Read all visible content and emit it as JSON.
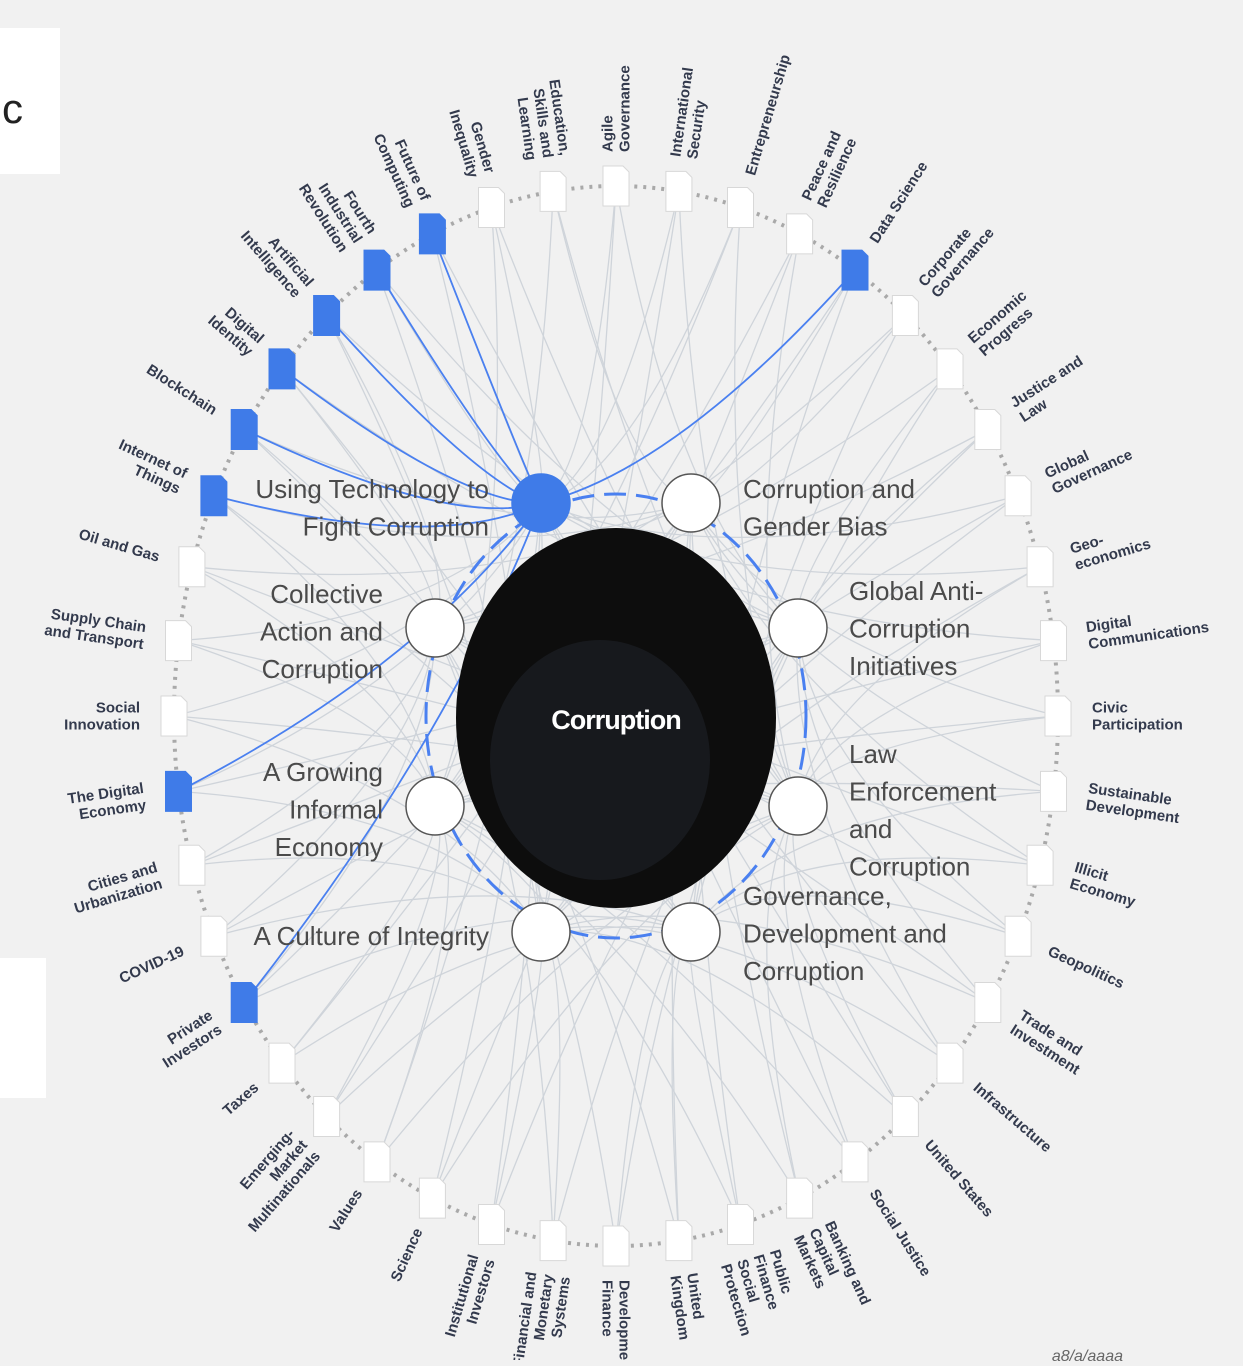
{
  "center": {
    "label": "Corruption"
  },
  "themes": [
    {
      "lines": [
        "Using Technology to",
        "Fight Corruption"
      ],
      "active": true
    },
    {
      "lines": [
        "Corruption and",
        "Gender Bias"
      ],
      "active": false
    },
    {
      "lines": [
        "Global Anti-",
        "Corruption",
        "Initiatives"
      ],
      "active": false
    },
    {
      "lines": [
        "Law",
        "Enforcement",
        "and",
        "Corruption"
      ],
      "active": false
    },
    {
      "lines": [
        "Governance,",
        "Development and",
        "Corruption"
      ],
      "active": false
    },
    {
      "lines": [
        "A Culture of Integrity"
      ],
      "active": false
    },
    {
      "lines": [
        "A Growing",
        "Informal",
        "Economy"
      ],
      "active": false
    },
    {
      "lines": [
        "Collective",
        "Action and",
        "Corruption"
      ],
      "active": false
    }
  ],
  "topics": [
    {
      "lines": [
        "Agile",
        "Governance"
      ],
      "active": false
    },
    {
      "lines": [
        "International",
        "Security"
      ],
      "active": false
    },
    {
      "lines": [
        "Entrepreneurship"
      ],
      "active": false
    },
    {
      "lines": [
        "Peace and",
        "Resilience"
      ],
      "active": false
    },
    {
      "lines": [
        "Data Science"
      ],
      "active": true
    },
    {
      "lines": [
        "Corporate",
        "Governance"
      ],
      "active": false
    },
    {
      "lines": [
        "Economic",
        "Progress"
      ],
      "active": false
    },
    {
      "lines": [
        "Justice and",
        "Law"
      ],
      "active": false
    },
    {
      "lines": [
        "Global",
        "Governance"
      ],
      "active": false
    },
    {
      "lines": [
        "Geo-",
        "economics"
      ],
      "active": false
    },
    {
      "lines": [
        "Digital",
        "Communications"
      ],
      "active": false
    },
    {
      "lines": [
        "Civic",
        "Participation"
      ],
      "active": false
    },
    {
      "lines": [
        "Sustainable",
        "Development"
      ],
      "active": false
    },
    {
      "lines": [
        "Illicit",
        "Economy"
      ],
      "active": false
    },
    {
      "lines": [
        "Geopolitics"
      ],
      "active": false
    },
    {
      "lines": [
        "Trade and",
        "Investment"
      ],
      "active": false
    },
    {
      "lines": [
        "Infrastructure"
      ],
      "active": false
    },
    {
      "lines": [
        "United States"
      ],
      "active": false
    },
    {
      "lines": [
        "Social Justice"
      ],
      "active": false
    },
    {
      "lines": [
        "Banking and",
        "Capital",
        "Markets"
      ],
      "active": false
    },
    {
      "lines": [
        "Public",
        "Finance",
        "Social",
        "Protection"
      ],
      "active": false
    },
    {
      "lines": [
        "United",
        "Kingdom"
      ],
      "active": false
    },
    {
      "lines": [
        "Development",
        "Finance"
      ],
      "active": false
    },
    {
      "lines": [
        "Financial and",
        "Monetary",
        "Systems"
      ],
      "active": false
    },
    {
      "lines": [
        "Institutional",
        "Investors"
      ],
      "active": false
    },
    {
      "lines": [
        "Science"
      ],
      "active": false
    },
    {
      "lines": [
        "Values"
      ],
      "active": false
    },
    {
      "lines": [
        "Emerging-",
        "Market",
        "Multinationals"
      ],
      "active": false
    },
    {
      "lines": [
        "Taxes"
      ],
      "active": false
    },
    {
      "lines": [
        "Private",
        "Investors"
      ],
      "active": true
    },
    {
      "lines": [
        "COVID-19"
      ],
      "active": false
    },
    {
      "lines": [
        "Cities and",
        "Urbanization"
      ],
      "active": false
    },
    {
      "lines": [
        "The Digital",
        "Economy"
      ],
      "active": true
    },
    {
      "lines": [
        "Social",
        "Innovation"
      ],
      "active": false
    },
    {
      "lines": [
        "Supply Chain",
        "and Transport"
      ],
      "active": false
    },
    {
      "lines": [
        "Oil and Gas"
      ],
      "active": false
    },
    {
      "lines": [
        "Internet of",
        "Things"
      ],
      "active": true
    },
    {
      "lines": [
        "Blockchain"
      ],
      "active": true
    },
    {
      "lines": [
        "Digital",
        "Identity"
      ],
      "active": true
    },
    {
      "lines": [
        "Artificial",
        "Intelligence"
      ],
      "active": true
    },
    {
      "lines": [
        "Fourth",
        "Industrial",
        "Revolution"
      ],
      "active": true
    },
    {
      "lines": [
        "Future of",
        "Computing"
      ],
      "active": true
    },
    {
      "lines": [
        "Gender",
        "Inequality"
      ],
      "active": false
    },
    {
      "lines": [
        "Education,",
        "Skills and",
        "Learning"
      ],
      "active": false
    }
  ],
  "colors": {
    "accent": "#4a80f0",
    "highlight_node": "#3f7be8",
    "grey_link": "#cfd4da",
    "node_fill": "#ffffff",
    "center_fill": "#0d0d0d",
    "label_text": "#333a4d",
    "theme_text": "#4a4a4a"
  },
  "footer": {
    "text": "a8/a/aaaa"
  }
}
